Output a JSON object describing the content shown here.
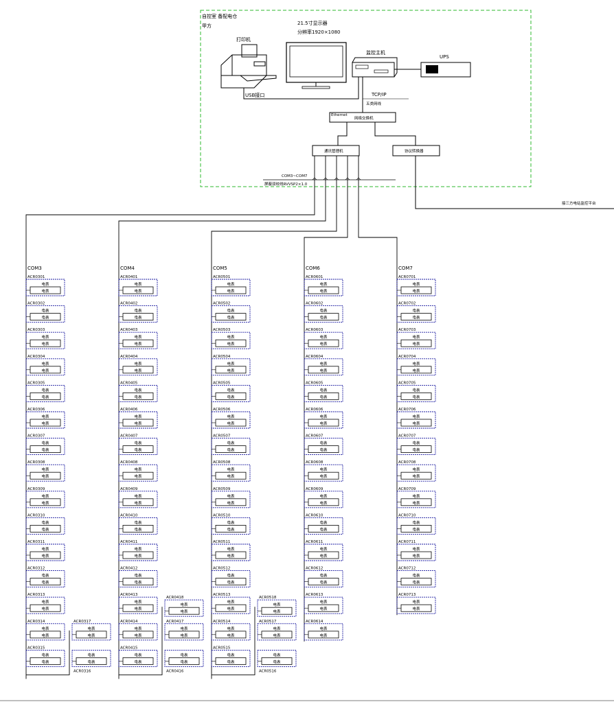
{
  "control_room": {
    "title": "自控室 备配电仓",
    "sub": "甲方"
  },
  "monitor": {
    "label": "21.5寸显示器",
    "sub": "分辨率1920×1080"
  },
  "printer": {
    "label": "打印机",
    "usb": "USB接口"
  },
  "host": {
    "label": "监控主机"
  },
  "ups": {
    "label": "UPS"
  },
  "tcpip": {
    "label": "TCP/IP",
    "sub": "五类网线"
  },
  "main_switch": {
    "label": "网络交换机",
    "tag": "Ethernet"
  },
  "comm_manager": {
    "label": "通讯管理机"
  },
  "protocol_converter": {
    "label": "协议转换器"
  },
  "bus": {
    "label": "COM3~COM7",
    "sub": "屏蔽双绞线RVVSP2×1.0"
  },
  "external": {
    "label": "接三方电站监控平台"
  },
  "columns": [
    {
      "com": "COM3",
      "devices": [
        {
          "id": "ACR0301",
          "a": "电表",
          "b": "电表"
        },
        {
          "id": "ACR0302",
          "a": "电表",
          "b": "电表"
        },
        {
          "id": "ACR0303",
          "a": "电表",
          "b": "电表"
        },
        {
          "id": "ACR0304",
          "a": "电表",
          "b": "电表"
        },
        {
          "id": "ACR0305",
          "a": "电表",
          "b": "电表"
        },
        {
          "id": "ACR0306",
          "a": "电表",
          "b": "电表"
        },
        {
          "id": "ACR0307",
          "a": "电表",
          "b": "电表"
        },
        {
          "id": "ACR0308",
          "a": "电表",
          "b": "电表"
        },
        {
          "id": "ACR0309",
          "a": "电表",
          "b": "电表"
        },
        {
          "id": "ACR0310",
          "a": "电表",
          "b": "电表"
        },
        {
          "id": "ACR0311",
          "a": "电表",
          "b": "电表"
        },
        {
          "id": "ACR0312",
          "a": "电表",
          "b": "电表"
        },
        {
          "id": "ACR0313",
          "a": "电表",
          "b": "电表"
        },
        {
          "id": "ACR0314",
          "a": "电表",
          "b": "电表"
        },
        {
          "id": "ACR0315",
          "a": "电表",
          "b": "电表"
        }
      ],
      "extra": [
        {
          "id": "ACR0317",
          "a": "电表",
          "b": "电表"
        },
        {
          "id": "ACR0316",
          "a": "电表",
          "b": "电表"
        }
      ]
    },
    {
      "com": "COM4",
      "devices": [
        {
          "id": "ACR0401",
          "a": "电表",
          "b": "电表"
        },
        {
          "id": "ACR0402",
          "a": "电表",
          "b": "电表"
        },
        {
          "id": "ACR0403",
          "a": "电表",
          "b": "电表"
        },
        {
          "id": "ACR0404",
          "a": "电表",
          "b": "电表"
        },
        {
          "id": "ACR0405",
          "a": "电表",
          "b": "电表"
        },
        {
          "id": "ACR0406",
          "a": "电表",
          "b": "电表"
        },
        {
          "id": "ACR0407",
          "a": "电表",
          "b": "电表"
        },
        {
          "id": "ACR0408",
          "a": "电表",
          "b": "电表"
        },
        {
          "id": "ACR0409",
          "a": "电表",
          "b": "电表"
        },
        {
          "id": "ACR0410",
          "a": "电表",
          "b": "电表"
        },
        {
          "id": "ACR0411",
          "a": "电表",
          "b": "电表"
        },
        {
          "id": "ACR0412",
          "a": "电表",
          "b": "电表"
        },
        {
          "id": "ACR0413",
          "a": "电表",
          "b": "电表"
        },
        {
          "id": "ACR0414",
          "a": "电表",
          "b": "电表"
        },
        {
          "id": "ACR0415",
          "a": "电表",
          "b": "电表"
        }
      ],
      "extra": [
        {
          "id": "ACR0418",
          "a": "电表",
          "b": "电表"
        },
        {
          "id": "ACR0417",
          "a": "电表",
          "b": "电表"
        },
        {
          "id": "ACR0416",
          "a": "电表",
          "b": "电表"
        }
      ]
    },
    {
      "com": "COM5",
      "devices": [
        {
          "id": "ACR0501",
          "a": "电表",
          "b": "电表"
        },
        {
          "id": "ACR0502",
          "a": "电表",
          "b": "电表"
        },
        {
          "id": "ACR0503",
          "a": "电表",
          "b": "电表"
        },
        {
          "id": "ACR0504",
          "a": "电表",
          "b": "电表"
        },
        {
          "id": "ACR0505",
          "a": "电表",
          "b": "电表"
        },
        {
          "id": "ACR0506",
          "a": "电表",
          "b": "电表"
        },
        {
          "id": "ACR0507",
          "a": "电表",
          "b": "电表"
        },
        {
          "id": "ACR0508",
          "a": "电表",
          "b": "电表"
        },
        {
          "id": "ACR0509",
          "a": "电表",
          "b": "电表"
        },
        {
          "id": "ACR0510",
          "a": "电表",
          "b": "电表"
        },
        {
          "id": "ACR0511",
          "a": "电表",
          "b": "电表"
        },
        {
          "id": "ACR0512",
          "a": "电表",
          "b": "电表"
        },
        {
          "id": "ACR0513",
          "a": "电表",
          "b": "电表"
        },
        {
          "id": "ACR0514",
          "a": "电表",
          "b": "电表"
        },
        {
          "id": "ACR0515",
          "a": "电表",
          "b": "电表"
        }
      ],
      "extra": [
        {
          "id": "ACR0518",
          "a": "电表",
          "b": "电表"
        },
        {
          "id": "ACR0517",
          "a": "电表",
          "b": "电表"
        },
        {
          "id": "ACR0516",
          "a": "电表",
          "b": "电表"
        }
      ]
    },
    {
      "com": "COM6",
      "devices": [
        {
          "id": "ACR0601",
          "a": "电表",
          "b": "电表"
        },
        {
          "id": "ACR0602",
          "a": "电表",
          "b": "电表"
        },
        {
          "id": "ACR0603",
          "a": "电表",
          "b": "电表"
        },
        {
          "id": "ACR0604",
          "a": "电表",
          "b": "电表"
        },
        {
          "id": "ACR0605",
          "a": "电表",
          "b": "电表"
        },
        {
          "id": "ACR0606",
          "a": "电表",
          "b": "电表"
        },
        {
          "id": "ACR0607",
          "a": "电表",
          "b": "电表"
        },
        {
          "id": "ACR0608",
          "a": "电表",
          "b": "电表"
        },
        {
          "id": "ACR0609",
          "a": "电表",
          "b": "电表"
        },
        {
          "id": "ACR0610",
          "a": "电表",
          "b": "电表"
        },
        {
          "id": "ACR0611",
          "a": "电表",
          "b": "电表"
        },
        {
          "id": "ACR0612",
          "a": "电表",
          "b": "电表"
        },
        {
          "id": "ACR0613",
          "a": "电表",
          "b": "电表"
        },
        {
          "id": "ACR0614",
          "a": "电表",
          "b": "电表"
        }
      ],
      "extra": []
    },
    {
      "com": "COM7",
      "devices": [
        {
          "id": "ACR0701",
          "a": "电表",
          "b": "电表"
        },
        {
          "id": "ACR0702",
          "a": "电表",
          "b": "电表"
        },
        {
          "id": "ACR0703",
          "a": "电表",
          "b": "电表"
        },
        {
          "id": "ACR0704",
          "a": "电表",
          "b": "电表"
        },
        {
          "id": "ACR0705",
          "a": "电表",
          "b": "电表"
        },
        {
          "id": "ACR0706",
          "a": "电表",
          "b": "电表"
        },
        {
          "id": "ACR0707",
          "a": "电表",
          "b": "电表"
        },
        {
          "id": "ACR0708",
          "a": "电表",
          "b": "电表"
        },
        {
          "id": "ACR0709",
          "a": "电表",
          "b": "电表"
        },
        {
          "id": "ACR0710",
          "a": "电表",
          "b": "电表"
        },
        {
          "id": "ACR0711",
          "a": "电表",
          "b": "电表"
        },
        {
          "id": "ACR0712",
          "a": "电表",
          "b": "电表"
        },
        {
          "id": "ACR0713",
          "a": "电表",
          "b": "电表"
        }
      ],
      "extra": []
    }
  ],
  "colors": {
    "room_border": "#2db82d",
    "device_border": "#1a1aa0",
    "line": "#000000"
  }
}
